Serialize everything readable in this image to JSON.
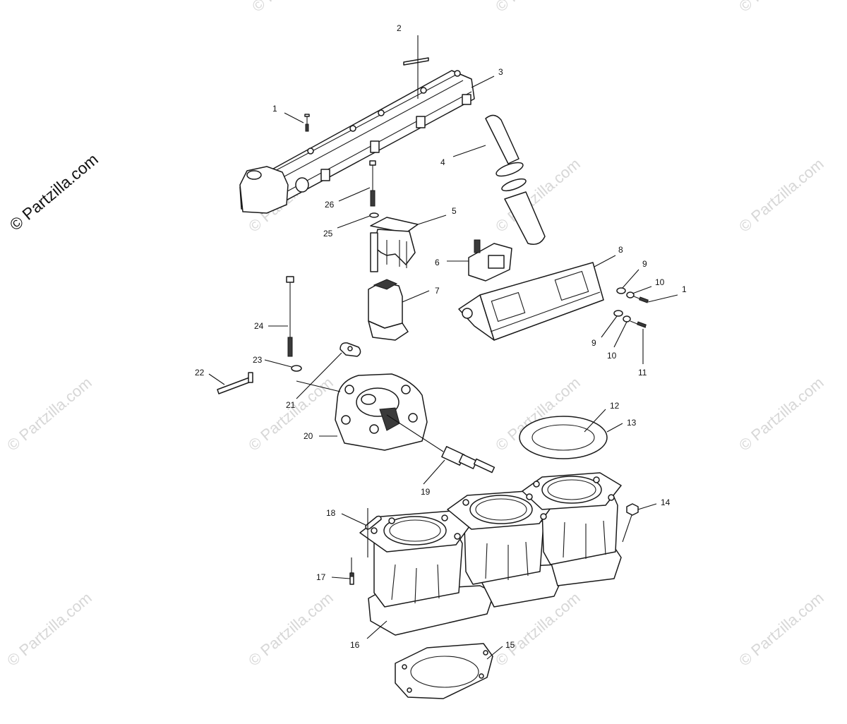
{
  "watermark": {
    "text": "© Partzilla.com",
    "color": "#d7d7d7",
    "main_color": "#111111"
  },
  "callouts": {
    "c1a": "1",
    "c1b": "1",
    "c2": "2",
    "c3": "3",
    "c4": "4",
    "c5": "5",
    "c6": "6",
    "c7": "7",
    "c8": "8",
    "c9a": "9",
    "c9b": "9",
    "c10a": "10",
    "c10b": "10",
    "c11": "11",
    "c12": "12",
    "c13": "13",
    "c14": "14",
    "c15": "15",
    "c16": "16",
    "c17": "17",
    "c18": "18",
    "c19": "19",
    "c20": "20",
    "c21": "21",
    "c22": "22",
    "c23": "23",
    "c24": "24",
    "c25": "25",
    "c26": "26"
  }
}
